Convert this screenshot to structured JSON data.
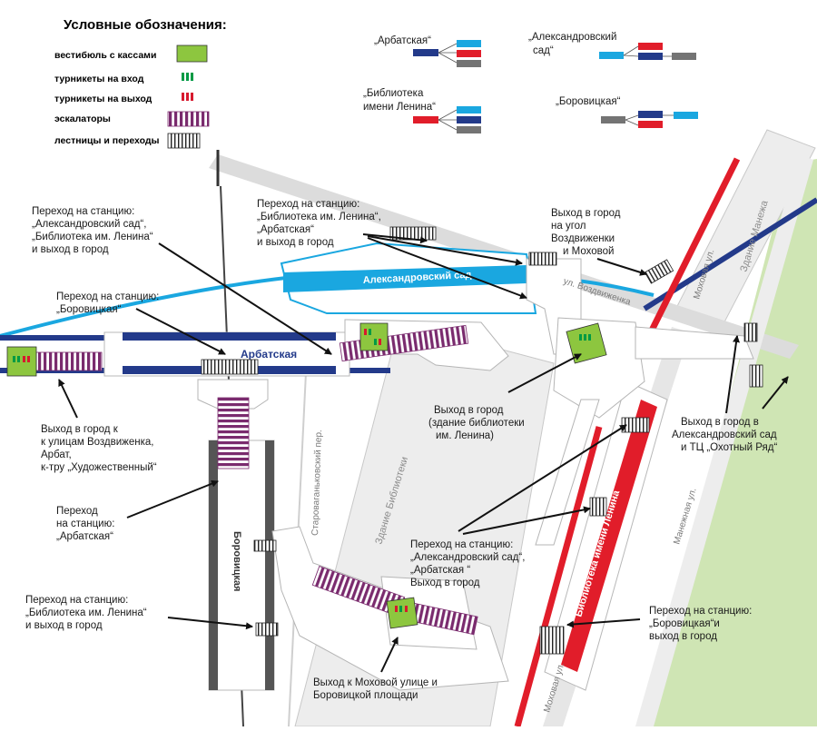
{
  "legend": {
    "title": "Условные обозначения:",
    "items": [
      {
        "label": "вестибюль с  кассами"
      },
      {
        "label": "турникеты на вход"
      },
      {
        "label": "турникеты на выход"
      },
      {
        "label": "эскалаторы"
      },
      {
        "label": "лестницы и переходы"
      }
    ]
  },
  "line_legend": {
    "arbatskaya": "„Арбатская“",
    "aleksandrovsky_1": "„Александровский",
    "aleksandrovsky_2": "сад“",
    "biblioteka_1": "„Библиотека",
    "biblioteka_2": "имени Ленина“",
    "borovitskaya": "„Боровицкая“"
  },
  "colors": {
    "arbatskaya_line": "#233a8a",
    "aleksandrovsky_line": "#1aa7e0",
    "biblioteka_line": "#e11d2a",
    "borovitskaya_line": "#747474",
    "vestibule": "#8dc63f",
    "entrance_turnstile": "#009a44",
    "exit_turnstile": "#d7192e",
    "escalator": "#7a2b6e",
    "green_area": "#cfe5b4",
    "building_gray": "#ededed",
    "street_gray": "#d9d9d9"
  },
  "platforms": {
    "aleksandrovsky": "Александровский сад",
    "arbatskaya": "Арбатская",
    "borovitskaya": "Боровицкая",
    "biblioteka": "Библиотека имени Ленина"
  },
  "streets": {
    "vozdvizhenka": "ул. Воздвиженка",
    "mokhovaya_top": "Моховая ул.",
    "mokhovaya_bottom": "Моховая ул.",
    "manezhnaya": "Манежная ул.",
    "starovagankovsky": "Староваганьковский пер."
  },
  "buildings": {
    "manege": "Здание Манежа",
    "library": "Здание Библиотеки"
  },
  "callouts": {
    "c1": [
      "Переход на станцию:",
      "„Александровский сад“,",
      "„Библиотека им. Ленина“",
      "и выход в город"
    ],
    "c2": [
      "Переход на станцию:",
      "„Библиотека им. Ленина“,",
      "„Арбатская“",
      "и выход в город"
    ],
    "c3": [
      "Выход в город",
      "на угол",
      "Воздвиженки",
      "и Моховой"
    ],
    "c4": [
      "Переход на станцию:",
      "„Боровицкая“"
    ],
    "c5": [
      "Выход в город к",
      "к улицам Воздвиженка,",
      "Арбат,",
      "к-тру „Художественный“"
    ],
    "c6": [
      "Переход",
      "на станцию:",
      "„Арбатская“"
    ],
    "c7": [
      "Выход в город",
      "(здание библиотеки",
      "им. Ленина)"
    ],
    "c8": [
      "Выход в город  в",
      "Александровский сад",
      "и ТЦ „Охотный Ряд“"
    ],
    "c9": [
      "Переход на станцию:",
      "„Александровский сад“,",
      "„Арбатская “",
      "Выход в город"
    ],
    "c10": [
      "Переход на станцию:",
      "„Библиотека им. Ленина“",
      "и выход в город"
    ],
    "c11": [
      "Переход на станцию:",
      "„Боровицкая“и",
      "выход в город"
    ],
    "c12": [
      "Выход к Моховой улице и",
      "Боровицкой площади"
    ]
  }
}
